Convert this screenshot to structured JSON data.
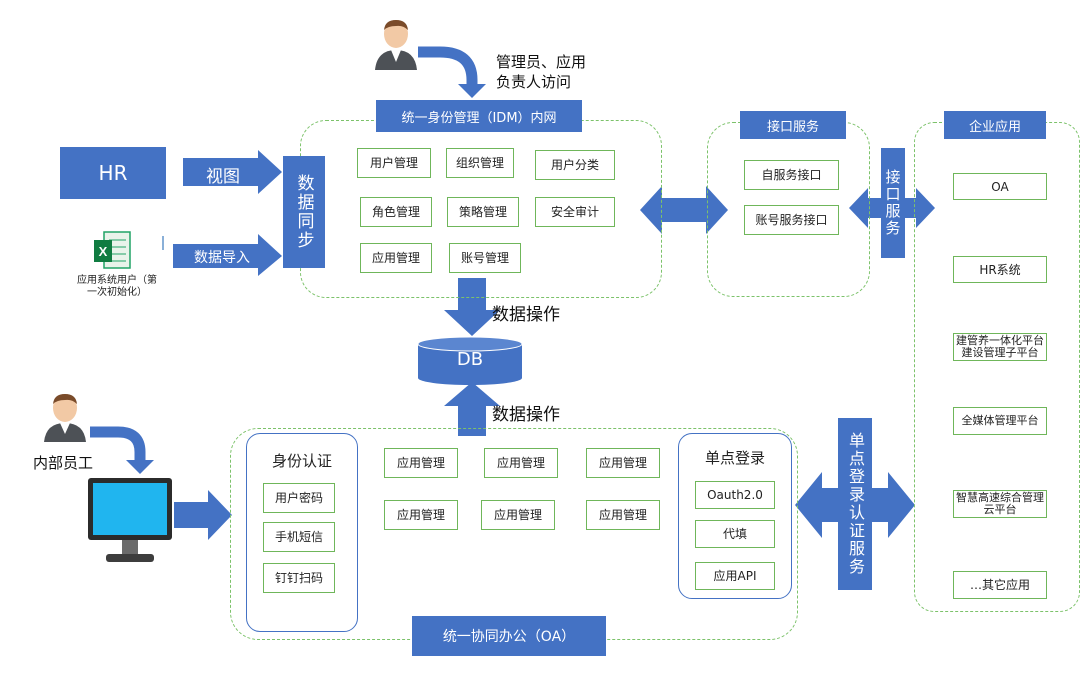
{
  "admin_label": "管理员、应用\n负责人访问",
  "idm": {
    "title": "统一身份管理（IDM）内网",
    "modules": [
      "用户管理",
      "组织管理",
      "用户分类",
      "角色管理",
      "策略管理",
      "安全审计",
      "应用管理",
      "账号管理"
    ]
  },
  "hr": "HR",
  "view_label": "视图",
  "import_label": "数据导入",
  "sync_label": "数据同步",
  "excel_caption": "应用系统用户（第一次初始化）",
  "db": "DB",
  "data_op_top": "数据操作",
  "data_op_bottom": "数据操作",
  "interface_service": {
    "title": "接口服务",
    "items": [
      "自服务接口",
      "账号服务接口"
    ]
  },
  "interface_arrow_label": "接口服务",
  "enterprise": {
    "title": "企业应用",
    "items": [
      "OA",
      "HR系统",
      "建管养一体化平台建设管理子平台",
      "全媒体管理平台",
      "智慧高速综合管理云平台",
      "…其它应用"
    ]
  },
  "employee_label": "内部员工",
  "oa": {
    "title": "统一协同办公（OA）",
    "auth": {
      "title": "身份认证",
      "items": [
        "用户密码",
        "手机短信",
        "钉钉扫码"
      ]
    },
    "apps": [
      "应用管理",
      "应用管理",
      "应用管理",
      "应用管理",
      "应用管理",
      "应用管理"
    ],
    "sso": {
      "title": "单点登录",
      "items": [
        "Oauth2.0",
        "代填",
        "应用API"
      ]
    }
  },
  "sso_service_label": "单点登录认证服务",
  "colors": {
    "primary": "#4472c4",
    "green_border": "#6fb65a",
    "dash": "#7cc26a"
  }
}
